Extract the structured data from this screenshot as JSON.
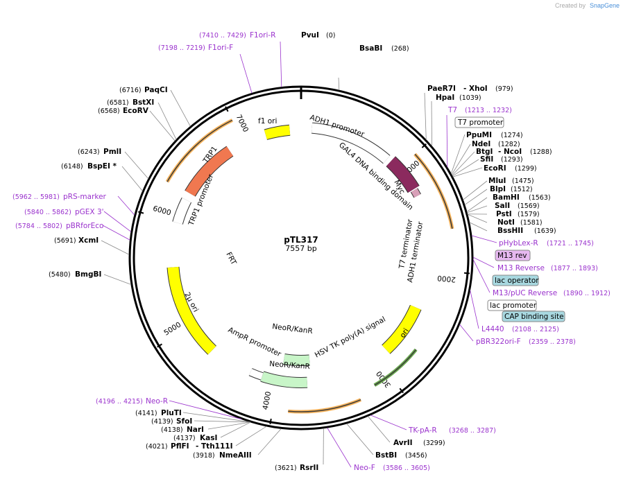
{
  "credit": {
    "prefix": "Created by",
    "brand": "SnapGene"
  },
  "plasmid": {
    "name": "pTL317",
    "length": "7557 bp"
  },
  "ticks": [
    "1000",
    "2000",
    "3000",
    "4000",
    "5000",
    "6000",
    "7000"
  ],
  "sites": [
    {
      "name": "PvuI",
      "pos": "(0)"
    },
    {
      "name": "BsaBI",
      "pos": "(268)"
    },
    {
      "name": "PaeR7I",
      "extra": "- XhoI",
      "pos": "(979)"
    },
    {
      "name": "HpaI",
      "pos": "(1039)"
    },
    {
      "name": "PpuMI",
      "pos": "(1274)"
    },
    {
      "name": "NdeI",
      "pos": "(1282)"
    },
    {
      "name": "BtgI",
      "extra": "- NcoI",
      "pos": "(1288)"
    },
    {
      "name": "SfiI",
      "pos": "(1293)"
    },
    {
      "name": "EcoRI",
      "pos": "(1299)"
    },
    {
      "name": "MluI",
      "pos": "(1475)"
    },
    {
      "name": "BlpI",
      "pos": "(1512)"
    },
    {
      "name": "BamHI",
      "pos": "(1563)"
    },
    {
      "name": "SalI",
      "pos": "(1569)"
    },
    {
      "name": "PstI",
      "pos": "(1579)"
    },
    {
      "name": "NotI",
      "pos": "(1581)"
    },
    {
      "name": "BssHII",
      "pos": "(1639)"
    },
    {
      "name": "AvrII",
      "pos": "(3299)"
    },
    {
      "name": "BstBI",
      "pos": "(3456)"
    },
    {
      "name": "RsrII",
      "pos": "(3621)"
    },
    {
      "name": "NmeAIII",
      "pos": "(3918)"
    },
    {
      "name": "PflFI",
      "extra": "- Tth111I",
      "pos": "(4021)"
    },
    {
      "name": "KasI",
      "pos": "(4137)"
    },
    {
      "name": "NarI",
      "pos": "(4138)"
    },
    {
      "name": "SfoI",
      "pos": "(4139)"
    },
    {
      "name": "PluTI",
      "pos": "(4141)"
    },
    {
      "name": "BmgBI",
      "pos": "(5480)"
    },
    {
      "name": "XcmI",
      "pos": "(5691)"
    },
    {
      "name": "BspEI *",
      "pos": "(6148)"
    },
    {
      "name": "PmlI",
      "pos": "(6243)"
    },
    {
      "name": "EcoRV",
      "pos": "(6568)"
    },
    {
      "name": "BstXI",
      "pos": "(6581)"
    },
    {
      "name": "PaqCI",
      "pos": "(6716)"
    }
  ],
  "primers": [
    {
      "name": "F1ori-R",
      "pos": "(7410 .. 7429)"
    },
    {
      "name": "F1ori-F",
      "pos": "(7198 .. 7219)"
    },
    {
      "name": "T7",
      "pos": "(1213 .. 1232)"
    },
    {
      "name": "pHybLex-R",
      "pos": "(1721 .. 1745)"
    },
    {
      "name": "M13 Reverse",
      "pos": "(1877 .. 1893)"
    },
    {
      "name": "M13/pUC Reverse",
      "pos": "(1890 .. 1912)"
    },
    {
      "name": "L4440",
      "pos": "(2108 .. 2125)"
    },
    {
      "name": "pBR322ori-F",
      "pos": "(2359 .. 2378)"
    },
    {
      "name": "TK-pA-R",
      "pos": "(3268 .. 3287)"
    },
    {
      "name": "Neo-F",
      "pos": "(3586 .. 3605)"
    },
    {
      "name": "Neo-R",
      "pos": "(4196 .. 4215)"
    },
    {
      "name": "pRS-marker",
      "pos": "(5962 .. 5981)"
    },
    {
      "name": "pGEX 3'",
      "pos": "(5840 .. 5862)"
    },
    {
      "name": "pBRforEco",
      "pos": "(5784 .. 5802)"
    }
  ],
  "boxed_features": {
    "t7_promoter": "T7 promoter",
    "m13_rev": "M13 rev",
    "lac_operator": "lac operator",
    "lac_promoter": "lac promoter",
    "cap_site": "CAP binding site"
  },
  "features": {
    "f1_ori": "f1 ori",
    "adh1_promoter": "ADH1 promoter",
    "gal4": "GAL4 DNA binding domain",
    "myc": "Myc",
    "t7_terminator": "T7 terminator",
    "adh1_terminator": "ADH1 terminator",
    "ori": "ori",
    "hsv": "HSV TK poly(A) signal",
    "neokan_1": "NeoR/KanR",
    "neokan_2": "NeoR/KanR",
    "ampr_promoter": "AmpR promoter",
    "two_micron": "2μ ori",
    "frt": "FRT",
    "trp1_promoter": "TRP1 promoter",
    "trp1": "TRP1"
  },
  "colors": {
    "yellow": "#ffff00",
    "orange": "#f5a623",
    "trp1": "#f07850",
    "gal4": "#8b2a5e",
    "neo": "#c8f5c8",
    "primer": "#9a32cd",
    "ori_highlight": "#f5b25a"
  }
}
